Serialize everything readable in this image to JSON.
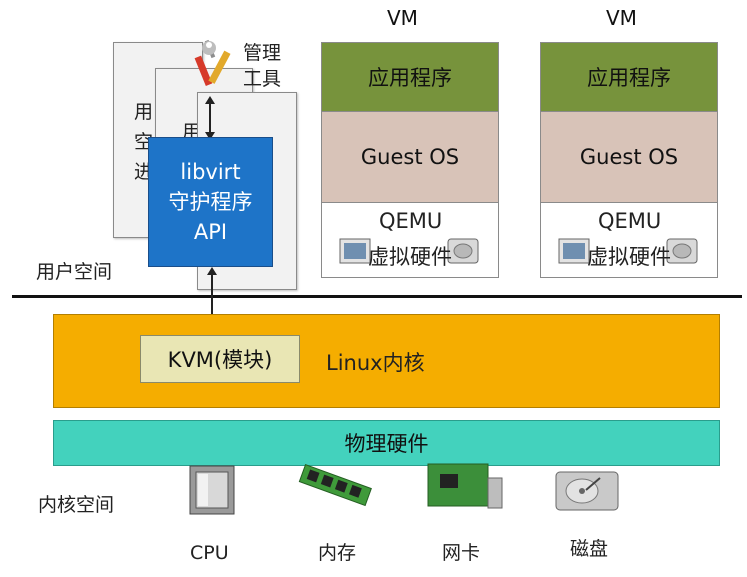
{
  "vm_label": "VM",
  "vm_layers": {
    "app": "应用程序",
    "guest_os": "Guest OS",
    "qemu_line1": "QEMU",
    "qemu_line2": "虚拟硬件"
  },
  "mgmt": {
    "tool_line1": "管理",
    "tool_line2": "工具",
    "libvirt_line1": "libvirt",
    "libvirt_line2": "守护程序",
    "libvirt_line3": "API",
    "back_page_chars": [
      "用",
      "空",
      "进"
    ],
    "mid_page_char": "用"
  },
  "user_space_label": "用户空间",
  "kernel_space_label": "内核空间",
  "kernel": {
    "kvm_label": "KVM(模块)",
    "linux_label": "Linux内核"
  },
  "hardware": {
    "label": "物理硬件",
    "items": [
      "CPU",
      "内存",
      "网卡",
      "磁盘"
    ]
  },
  "colors": {
    "app_green": "#77933c",
    "guest_os": "#d8c3b8",
    "libvirt_blue": "#1e74c8",
    "kernel_orange": "#f5ad00",
    "kvm_box": "#e9e6b4",
    "hardware_teal": "#43d2bd"
  }
}
